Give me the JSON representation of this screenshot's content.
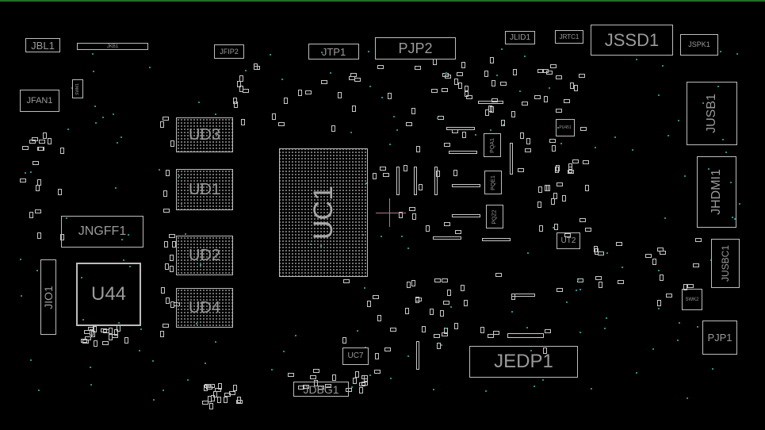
{
  "board": {
    "components": [
      {
        "ref": "JBL1",
        "id": "jbl1"
      },
      {
        "ref": "JKB1",
        "id": "jkb1"
      },
      {
        "ref": "JFIP2",
        "id": "jfip2"
      },
      {
        "ref": "JTP1",
        "id": "jtp1"
      },
      {
        "ref": "PJP2",
        "id": "pjp2"
      },
      {
        "ref": "JLID1",
        "id": "jlid1"
      },
      {
        "ref": "JRTC1",
        "id": "jrtc1"
      },
      {
        "ref": "JSSD1",
        "id": "jssd1"
      },
      {
        "ref": "JSPK1",
        "id": "jspk1"
      },
      {
        "ref": "JFAN1",
        "id": "jfan1"
      },
      {
        "ref": "SWM1",
        "id": "swm1"
      },
      {
        "ref": "JUSB1",
        "id": "jusb1"
      },
      {
        "ref": "JHDMI1",
        "id": "jhdmi1"
      },
      {
        "ref": "UD3",
        "id": "ud3"
      },
      {
        "ref": "UD1",
        "id": "ud1"
      },
      {
        "ref": "UD2",
        "id": "ud2"
      },
      {
        "ref": "UD4",
        "id": "ud4"
      },
      {
        "ref": "UC1",
        "id": "uc1"
      },
      {
        "ref": "JNGFF1",
        "id": "jngff1"
      },
      {
        "ref": "U44",
        "id": "u44"
      },
      {
        "ref": "JIO1",
        "id": "jio1"
      },
      {
        "ref": "PU451",
        "id": "pu451"
      },
      {
        "ref": "PQA1",
        "id": "pqa1"
      },
      {
        "ref": "PQE1",
        "id": "pqe1"
      },
      {
        "ref": "PQZ2",
        "id": "pqz2"
      },
      {
        "ref": "UT2",
        "id": "ut2"
      },
      {
        "ref": "JUSBC1",
        "id": "jusbc1"
      },
      {
        "ref": "SWK2",
        "id": "swk2"
      },
      {
        "ref": "PJP1",
        "id": "pjp1"
      },
      {
        "ref": "JEDP1",
        "id": "jedp1"
      },
      {
        "ref": "UC7",
        "id": "uc7"
      },
      {
        "ref": "JDBG1",
        "id": "jdbg1"
      }
    ]
  },
  "colors": {
    "background": "#000000",
    "outline": "#bdbdbd",
    "label": "#9a9a9a",
    "via": "#2f8f87",
    "cursor": "#b07a85",
    "top_edge": "#1f6f2a"
  }
}
